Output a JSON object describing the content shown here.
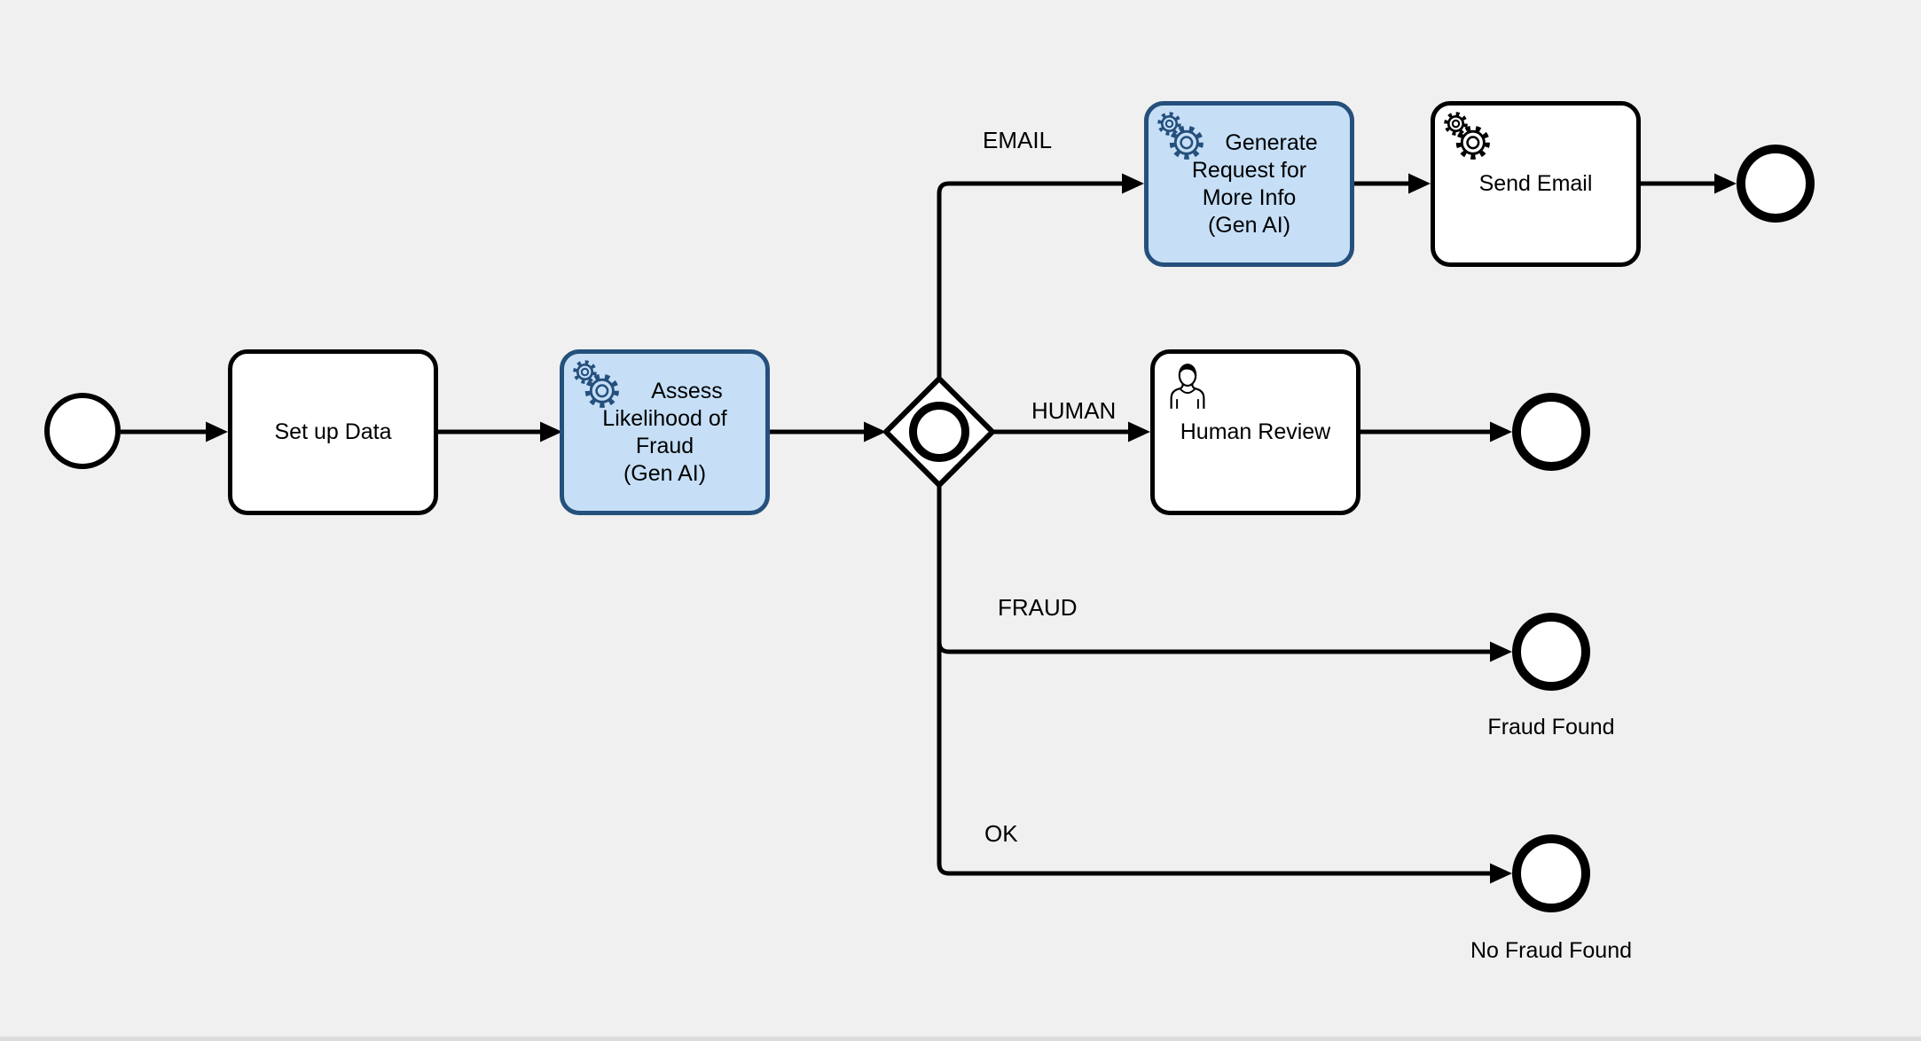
{
  "colors": {
    "background": "#F0F0F0",
    "connector": "#000000",
    "ai_task_fill": "#C6DFF7",
    "ai_task_border": "#25507C",
    "task_fill": "#FFFFFF",
    "task_border": "#000000"
  },
  "diagram": {
    "start_event": {
      "name": "start"
    },
    "tasks": [
      {
        "id": "set-up-data",
        "type": "task",
        "icon": null,
        "lines": [
          "Set up Data"
        ]
      },
      {
        "id": "assess-fraud",
        "type": "ai-task",
        "icon": "gears-icon",
        "lines": [
          "Assess",
          "Likelihood of",
          "Fraud",
          "(Gen AI)"
        ]
      },
      {
        "id": "generate-request",
        "type": "ai-task",
        "icon": "gears-icon",
        "lines": [
          "Generate",
          "Request for",
          "More Info",
          "(Gen AI)"
        ]
      },
      {
        "id": "send-email",
        "type": "service-task",
        "icon": "gears-icon",
        "lines": [
          "Send Email"
        ]
      },
      {
        "id": "human-review",
        "type": "user-task",
        "icon": "person-icon",
        "lines": [
          "Human Review"
        ]
      }
    ],
    "gateway": {
      "type": "inclusive-gateway"
    },
    "branch_labels": {
      "email": "EMAIL",
      "human": "HUMAN",
      "fraud": "FRAUD",
      "ok": "OK"
    },
    "end_labels": {
      "fraud": "Fraud Found",
      "ok": "No Fraud Found"
    }
  }
}
